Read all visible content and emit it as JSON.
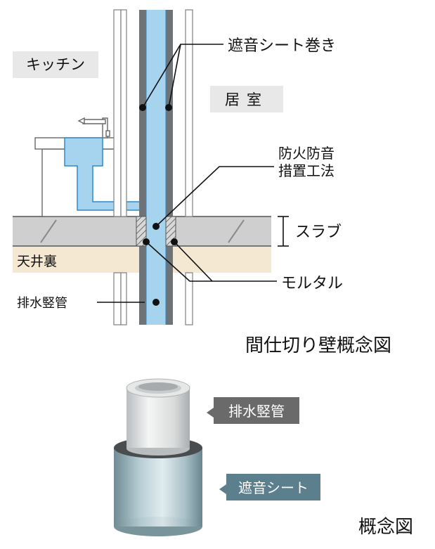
{
  "upper_diagram": {
    "kitchen_label": "キッチン",
    "room_label": "居室",
    "ceiling_label": "天井裏",
    "drain_pipe_label": "排水竪管",
    "sound_sheet_label": "遮音シート巻き",
    "fire_method_line1": "防火防音",
    "fire_method_line2": "措置工法",
    "slab_label": "スラブ",
    "mortar_label": "モルタル",
    "caption": "間仕切り壁概念図"
  },
  "lower_diagram": {
    "drain_pipe_tag": "排水竪管",
    "sound_sheet_tag": "遮音シート",
    "caption": "概念図"
  },
  "colors": {
    "pipe_blue": "#a6d3ee",
    "pipe_outline": "#2f8ac8",
    "sheet_gray": "#6e7378",
    "slab_gray": "#cfcfcf",
    "ceiling_beige": "#f5e8d3",
    "label_box_gray": "#e8e8e8",
    "tag_dark_gray": "#6a6a6a",
    "tag_teal": "#5b7f8c"
  }
}
